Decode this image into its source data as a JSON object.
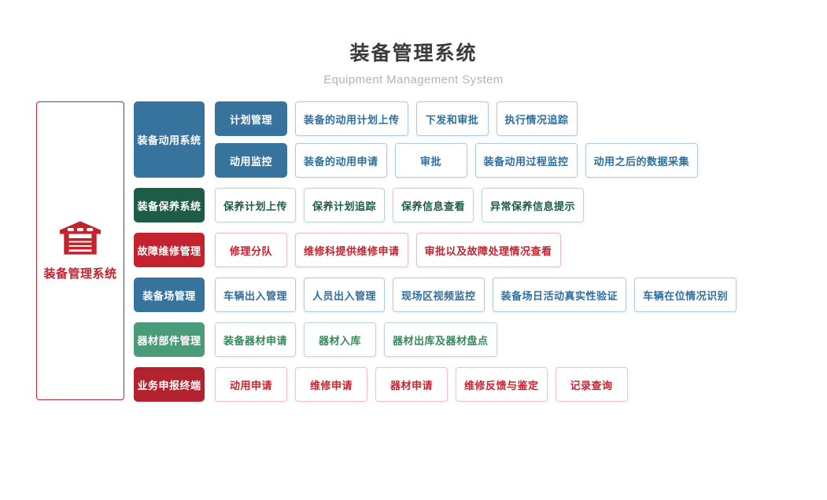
{
  "header": {
    "title": "装备管理系统",
    "subtitle": "Equipment Management System"
  },
  "root": {
    "label": "装备管理系统",
    "icon": "garage-icon",
    "color": "#C2232E"
  },
  "themes": {
    "blue": {
      "fill": "#36749D",
      "leafText": "#2D6F9E",
      "leafBorder": "#AECBDF"
    },
    "darkGreen": {
      "fill": "#1E5C45",
      "leafText": "#1F5C45",
      "leafBorder": "#BCD6CB"
    },
    "red": {
      "fill": "#C2232E",
      "leafText": "#C2232E",
      "leafBorder": "#F0BCC0"
    },
    "green": {
      "fill": "#4A9C78",
      "leafText": "#38885E",
      "leafBorder": "#BFD8CE"
    },
    "darkRed": {
      "fill": "#B2232F",
      "leafText": "#CB2230",
      "leafBorder": "#F3C3C7"
    }
  },
  "groups": [
    {
      "id": "equipment-usage-system",
      "name": "装备动用系统",
      "theme": "blue",
      "rows": [
        {
          "button_id": "plan-management",
          "button": "计划管理",
          "leaves": [
            "装备的动用计划上传",
            "下发和审批",
            "执行情况追踪"
          ]
        },
        {
          "button_id": "usage-monitoring",
          "button": "动用监控",
          "leaves": [
            "装备的动用申请",
            "审批",
            "装备动用过程监控",
            "动用之后的数据采集"
          ]
        }
      ]
    },
    {
      "id": "equipment-maintenance-system",
      "name": "装备保养系统",
      "theme": "darkGreen",
      "rows": [
        {
          "leaves": [
            "保养计划上传",
            "保养计划追踪",
            "保养信息查看",
            "异常保养信息提示"
          ]
        }
      ]
    },
    {
      "id": "fault-repair-management",
      "name": "故障维修管理",
      "theme": "red",
      "rows": [
        {
          "leaves": [
            "修理分队",
            "维修科提供维修申请",
            "审批以及故障处理情况查看"
          ]
        }
      ]
    },
    {
      "id": "equipment-yard-management",
      "name": "装备场管理",
      "theme": "blue",
      "rows": [
        {
          "leaves": [
            "车辆出入管理",
            "人员出入管理",
            "现场区视频监控",
            "装备场日活动真实性验证",
            "车辆在位情况识别"
          ]
        }
      ]
    },
    {
      "id": "material-parts-management",
      "name": "器材部件管理",
      "theme": "green",
      "rows": [
        {
          "leaves": [
            "装备器材申请",
            "器材入库",
            "器材出库及器材盘点"
          ]
        }
      ]
    },
    {
      "id": "business-declaration-terminal",
      "name": "业务申报终端",
      "theme": "darkRed",
      "rows": [
        {
          "leaves": [
            "动用申请",
            "维修申请",
            "器材申请",
            "维修反馈与鉴定",
            "记录查询"
          ]
        }
      ]
    }
  ]
}
